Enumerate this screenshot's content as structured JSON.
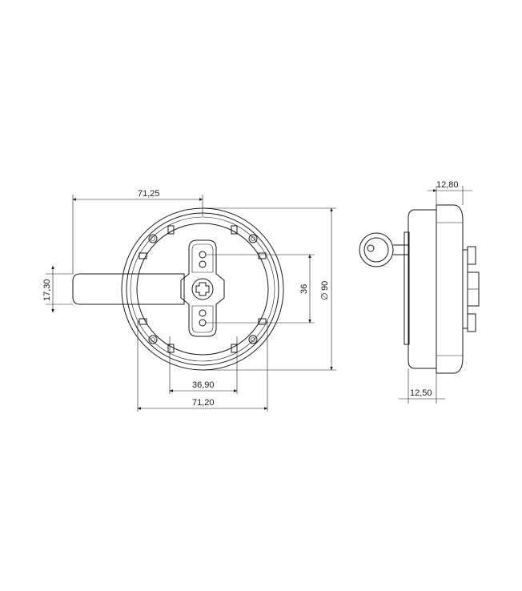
{
  "drawing": {
    "dimensions": {
      "lever_length": "71,25",
      "lever_width": "17,30",
      "screw_spacing_vertical": "36",
      "diameter": "90",
      "diameter_symbol": "∅",
      "screw_spacing_horizontal": "36,90",
      "base_width": "71,20",
      "side_depth_top": "12,80",
      "side_depth_bottom": "12,50"
    }
  }
}
